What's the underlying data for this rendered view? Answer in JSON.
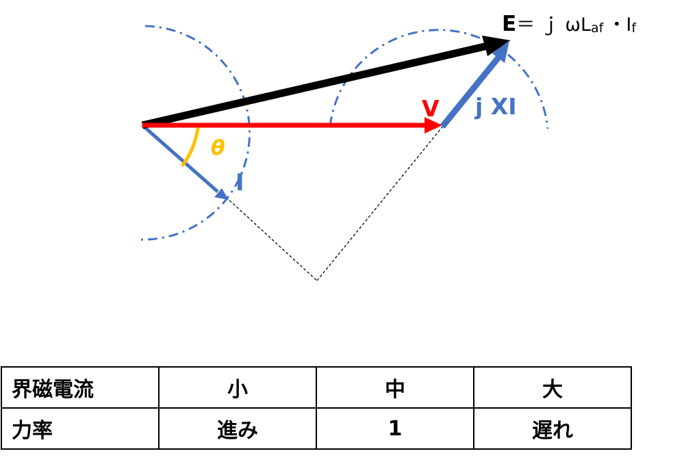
{
  "diagram": {
    "e_label": {
      "E": "E",
      "rest": "＝ ｊ ωL",
      "sub_af": "af",
      "dot": "・I",
      "sub_f": "f"
    },
    "v_label": "V",
    "jxi_label": "j XI",
    "i_label": "I",
    "theta_label": "θ",
    "colors": {
      "E": "#000000",
      "V": "#ff0000",
      "I": "#4472c4",
      "jXI": "#4472c4",
      "theta": "#ffc000",
      "arcs": "#4472c4",
      "guide": "#000000"
    }
  },
  "table": {
    "rows": [
      [
        "界磁電流",
        "小",
        "中",
        "大"
      ],
      [
        "力率",
        "進み",
        "1",
        "遅れ"
      ]
    ]
  }
}
